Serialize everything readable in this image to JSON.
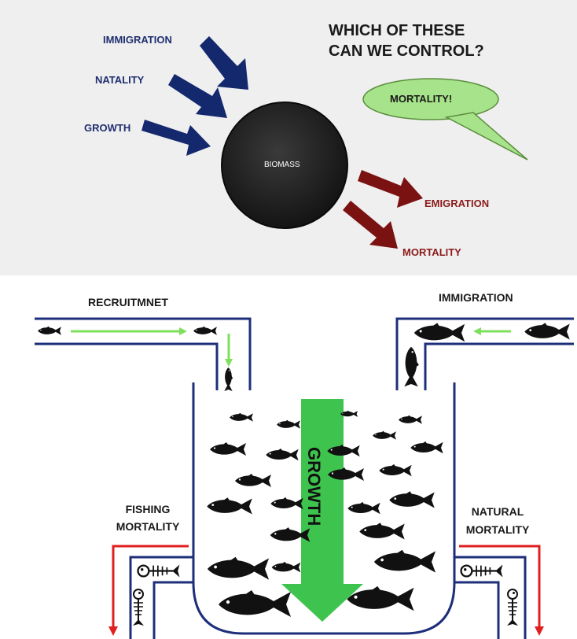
{
  "top": {
    "question_line1": "WHICH OF THESE",
    "question_line2": "CAN WE CONTROL?",
    "bubble_text": "MORTALITY!",
    "center_label": "BIOMASS",
    "inputs": [
      "IMMIGRATION",
      "NATALITY",
      "GROWTH"
    ],
    "outputs": [
      "EMIGRATION",
      "MORTALITY"
    ],
    "colors": {
      "inputs": "#14286e",
      "outputs": "#7b1212",
      "bubble": "#a6e38a",
      "circle": "#1e1e1e"
    }
  },
  "bottom": {
    "recruitment_label": "RECRUITMNET",
    "immigration_label": "IMMIGRATION",
    "growth_label": "GROWTH",
    "fishing_mortality_line1": "FISHING",
    "fishing_mortality_line2": "MORTALITY",
    "natural_mortality_line1": "NATURAL",
    "natural_mortality_line2": "MORTALITY",
    "colors": {
      "pipes": "#1d2f7a",
      "flow": "#7ee05a",
      "mortality": "#e02020",
      "growth": "#3ec44e"
    },
    "icons": [
      "fish-icon",
      "fish-skeleton-icon"
    ]
  }
}
